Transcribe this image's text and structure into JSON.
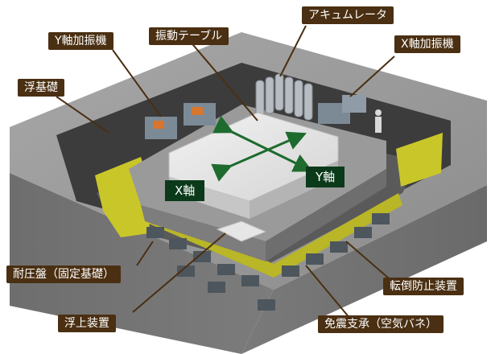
{
  "labels": {
    "float_foundation": "浮基礎",
    "y_shaker": "Y軸加振機",
    "shake_table": "振動テーブル",
    "accumulator": "アキュムレータ",
    "x_shaker": "X軸加振機",
    "pressure_base": "耐圧盤（固定基礎）",
    "lift_device": "浮上装置",
    "overturn_prevent": "転倒防止装置",
    "isolation_support": "免震支承（空気バネ）"
  },
  "axes": {
    "x_axis": "X軸",
    "y_axis": "Y軸"
  },
  "colors": {
    "label_bg": "#4a2f12",
    "axis_bg": "#0b3a1a",
    "arrow": "#1e6b2e",
    "yellow_band": "#c9c62a",
    "concrete": "#8a8a8a"
  }
}
